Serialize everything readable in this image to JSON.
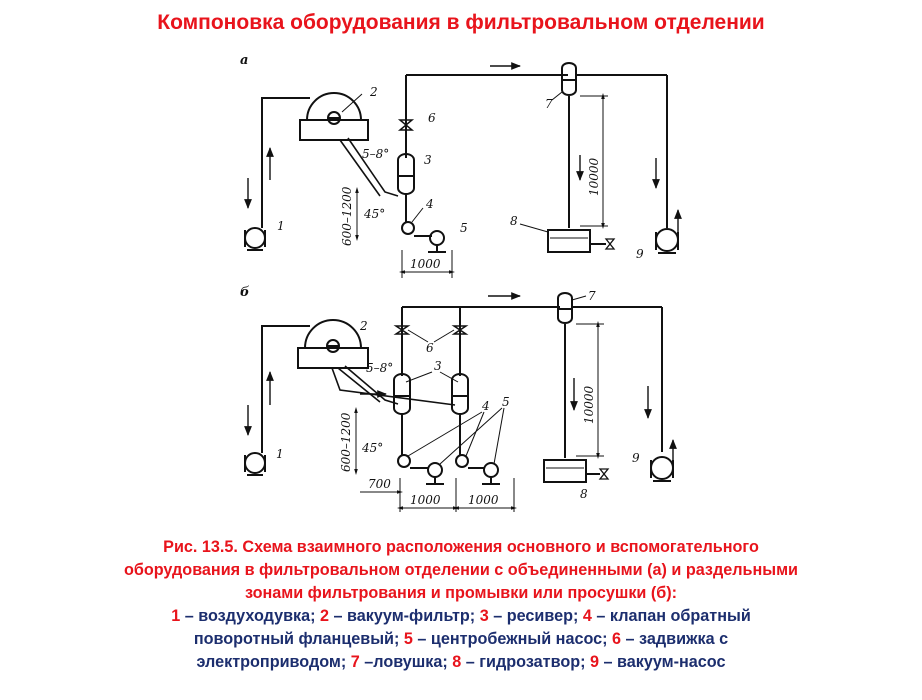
{
  "title": "Компоновка оборудования в фильтровальном отделении",
  "diagram": {
    "part_a": "а",
    "part_b": "б",
    "n1": "1",
    "n2": "2",
    "n3": "3",
    "n4": "4",
    "n5": "5",
    "n6": "6",
    "n7": "7",
    "n8": "8",
    "n9": "9",
    "angle_slope": "5–8°",
    "angle_45": "45°",
    "dim_600_1200": "600–1200",
    "dim_1000": "1000",
    "dim_10000": "10000",
    "dim_700": "700"
  },
  "caption": {
    "line1": "Рис. 13.5. Схема взаимного расположения основного и вспомогательного",
    "line2": "оборудования в фильтровальном отделении с объединенными (а) и раздельными",
    "line3": "зонами фильтрования и промывки или просушки (б):",
    "legend": [
      {
        "num": "1",
        "text": " – воздуходувка; "
      },
      {
        "num": "2",
        "text": " – вакуум-фильтр; "
      },
      {
        "num": "3",
        "text": " – ресивер; "
      },
      {
        "num": "4",
        "text": " – клапан обратный"
      },
      {
        "num": "",
        "text": "поворотный фланцевый; "
      },
      {
        "num": "5",
        "text": " – центробежный насос; "
      },
      {
        "num": "6",
        "text": " – задвижка с"
      },
      {
        "num": "",
        "text": "электроприводом; "
      },
      {
        "num": "7",
        "text": " –ловушка; "
      },
      {
        "num": "8",
        "text": " – гидрозатвор; "
      },
      {
        "num": "9",
        "text": " – вакуум-насос"
      }
    ]
  }
}
